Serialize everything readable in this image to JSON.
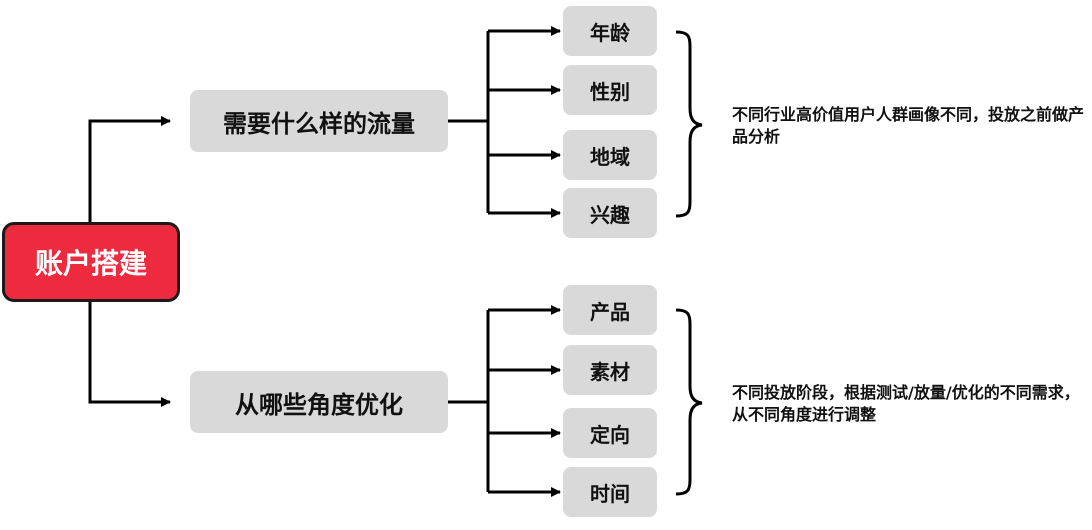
{
  "root": {
    "label": "账户搭建"
  },
  "branches": [
    {
      "label": "需要什么样的流量",
      "leaves": [
        "年龄",
        "性别",
        "地域",
        "兴趣"
      ],
      "note": "不同行业高价值用户人群画像不同，投放之前做产品分析"
    },
    {
      "label": "从哪些角度优化",
      "leaves": [
        "产品",
        "素材",
        "定向",
        "时间"
      ],
      "note": "不同投放阶段，根据测试/放量/优化的不同需求，从不同角度进行调整"
    }
  ],
  "colors": {
    "root_fill": "#ee2a3f",
    "node_fill": "#d9d9d9",
    "line": "#000000"
  }
}
